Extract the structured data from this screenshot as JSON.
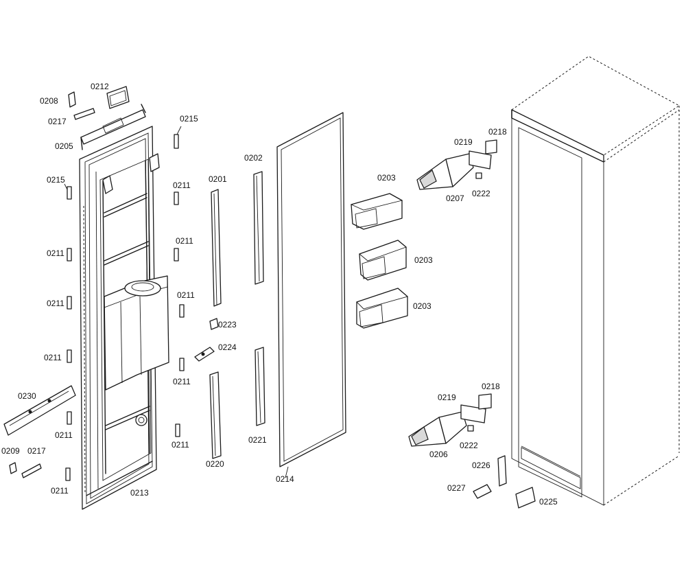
{
  "labels": {
    "l_0208": "0208",
    "l_0212": "0212",
    "l_0217_top": "0217",
    "l_0205": "0205",
    "l_0215_left": "0215",
    "l_0211_a": "0211",
    "l_0211_b": "0211",
    "l_0211_c": "0211",
    "l_0211_d": "0211",
    "l_0211_e": "0211",
    "l_0230": "0230",
    "l_0209": "0209",
    "l_0217_bottom": "0217",
    "l_0213": "0213",
    "l_0215_right": "0215",
    "l_0211_r1": "0211",
    "l_0211_r2": "0211",
    "l_0211_r3": "0211",
    "l_0211_r4": "0211",
    "l_0211_r5": "0211",
    "l_0201": "0201",
    "l_0202": "0202",
    "l_0223": "0223",
    "l_0224": "0224",
    "l_0220": "0220",
    "l_0221": "0221",
    "l_0214": "0214",
    "l_0203_a": "0203",
    "l_0203_b": "0203",
    "l_0203_c": "0203",
    "l_0219_top": "0219",
    "l_0218_top": "0218",
    "l_0207": "0207",
    "l_0222_top": "0222",
    "l_0219_bottom": "0219",
    "l_0218_bottom": "0218",
    "l_0206": "0206",
    "l_0222_bottom": "0222",
    "l_0226": "0226",
    "l_0227": "0227",
    "l_0225": "0225"
  }
}
